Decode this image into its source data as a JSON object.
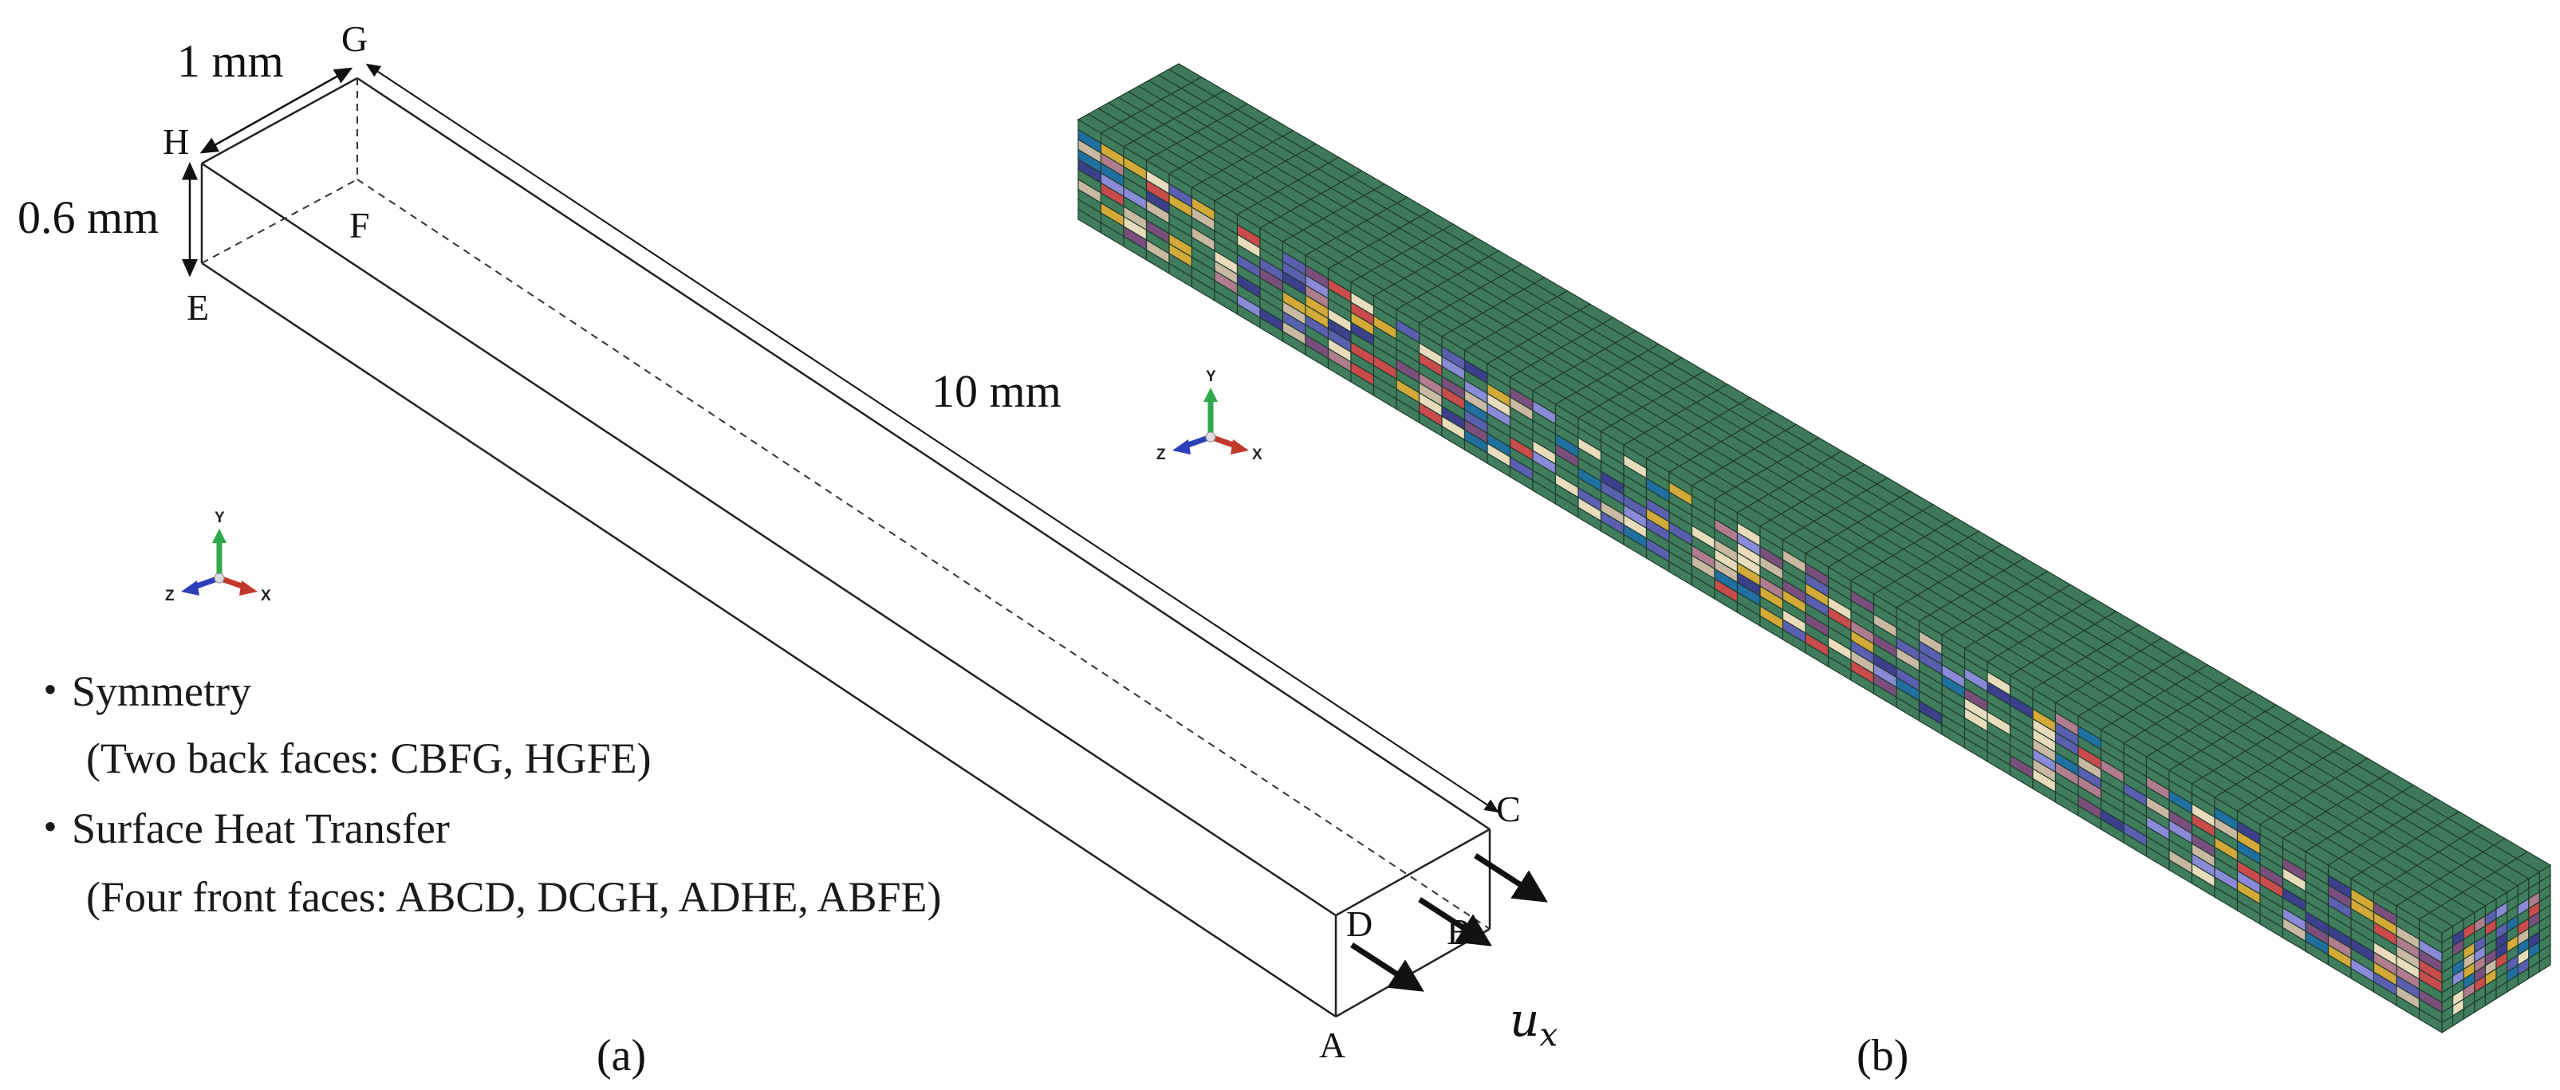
{
  "panel_a": {
    "dims": {
      "width": "1 mm",
      "height": "0.6 mm",
      "length": "10 mm"
    },
    "points": {
      "A": "A",
      "B": "B",
      "C": "C",
      "D": "D",
      "E": "E",
      "F": "F",
      "G": "G",
      "H": "H"
    },
    "axes": {
      "x": "X",
      "y": "Y",
      "z": "Z"
    },
    "notes": [
      {
        "bullet": "・",
        "title": "Symmetry",
        "detail": "(Two back faces: CBFG, HGFE)"
      },
      {
        "bullet": "・",
        "title": "Surface Heat Transfer",
        "detail": "(Four front faces: ABCD, DCGH, ADHE, ABFE)"
      }
    ],
    "load_base": "u",
    "load_sub": "x",
    "caption": "(a)"
  },
  "panel_b": {
    "axes": {
      "x": "X",
      "y": "Y",
      "z": "Z"
    },
    "caption": "(b)",
    "mesh_colors": {
      "top": "#3e7a5a",
      "grid_line": "#1f3b2c",
      "side_base": "#3f7d5c"
    },
    "grain_colors": [
      "#5b5fb0",
      "#8b8ad8",
      "#c9b9a3",
      "#e8dcbc",
      "#d3a937",
      "#1f6fa0",
      "#b07d8e",
      "#7a4f7d",
      "#3b3f8c",
      "#c94b4b"
    ]
  },
  "colors": {
    "axis_x": "#c0392b",
    "axis_y": "#2ea84b",
    "axis_z": "#2c3fb8"
  }
}
